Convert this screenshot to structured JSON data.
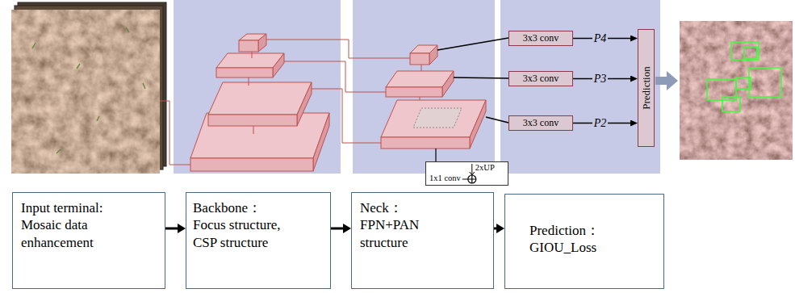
{
  "diagram": {
    "nodes": [
      {
        "text": [
          "3x3 conv"
        ]
      },
      {
        "text": [
          "3x3 conv"
        ]
      },
      {
        "text": [
          "3x3 conv"
        ]
      },
      {
        "text": [
          "Prediction"
        ]
      },
      {
        "text": [
          "1x1 conv",
          "2xUP"
        ]
      },
      {
        "text": [
          "Input terminal:",
          "Mosaic data enhancement"
        ]
      },
      {
        "text": [
          "Backbone：",
          "Focus structure, CSP structure"
        ]
      },
      {
        "text": [
          "Neck：",
          "FPN+PAN structure"
        ]
      },
      {
        "text": [
          "Prediction：",
          "GIOU_Loss"
        ]
      }
    ],
    "edges": [
      {
        "from": 0,
        "to": 3,
        "arrow": "to",
        "label": "P4"
      },
      {
        "from": 1,
        "to": 3,
        "arrow": "to",
        "label": "P3"
      },
      {
        "from": 2,
        "to": 3,
        "arrow": "to",
        "label": "P2"
      },
      {
        "from": 5,
        "to": 6,
        "arrow": "to"
      },
      {
        "from": 6,
        "to": 7,
        "arrow": "to"
      },
      {
        "from": 7,
        "to": 8,
        "arrow": "to"
      }
    ]
  }
}
